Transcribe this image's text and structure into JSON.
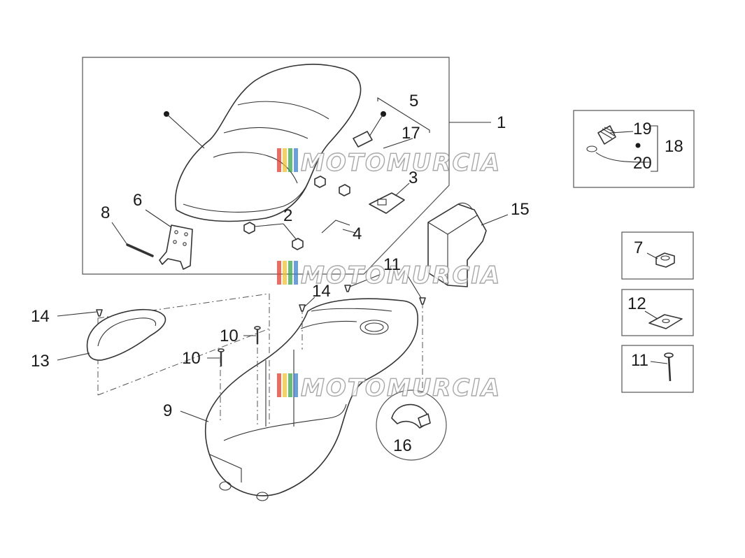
{
  "watermark": "MOTOMURCIA",
  "watermark_colors": [
    "#e63b2e",
    "#f2c230",
    "#3aa64a",
    "#3a7fd0"
  ],
  "callouts": {
    "c1": "1",
    "c2": "2",
    "c3": "3",
    "c4": "4",
    "c5": "5",
    "c6": "6",
    "c7": "7",
    "c8": "8",
    "c9": "9",
    "c10a": "10",
    "c10b": "10",
    "c11a": "11",
    "c11b": "11",
    "c12": "12",
    "c13": "13",
    "c14a": "14",
    "c14b": "14",
    "c15": "15",
    "c16": "16",
    "c17": "17",
    "c18": "18",
    "c19": "19",
    "c20": "20"
  }
}
